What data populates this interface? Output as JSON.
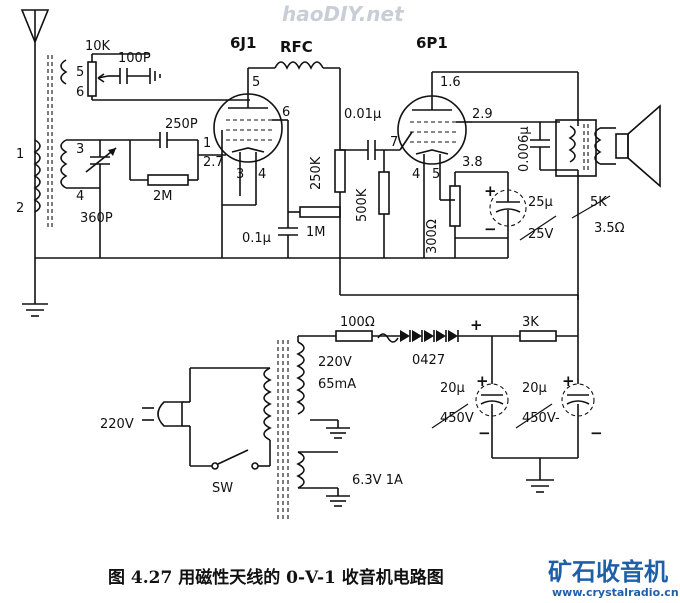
{
  "watermark_top": "haoDIY.net",
  "caption": "图 4.27  用磁性天线的 0-V-1 收音机电路图",
  "brand": {
    "name": "矿石收音机",
    "url": "www.crystalradio.cn",
    "color": "#1f5fa8"
  },
  "labels": {
    "tube1": "6J1",
    "rfc": "RFC",
    "tube2": "6P1",
    "r_10k": "10K",
    "c_100p": "100P",
    "c_250p": "250P",
    "c_360p": "360P",
    "r_2m": "2M",
    "c_01u": "0.1μ",
    "r_1m": "1M",
    "r_250k": "250K",
    "c_001u": "0.01μ",
    "r_500k": "500K",
    "r_300": "300Ω",
    "c_25u": "25μ",
    "v_25": "25V",
    "c_0006u": "0.006μ",
    "r_5k": "5K",
    "r_35": "3.5Ω",
    "r_100": "100Ω",
    "diode": "0427",
    "r_3k": "3K",
    "v_220a": "220V",
    "ma_65": "65mA",
    "c_20u_1": "20μ",
    "v_450_1": "450V",
    "c_20u_2": "20μ",
    "v_450_2": "450V-",
    "mains": "220V",
    "sw": "SW",
    "heater": "6.3V 1A"
  },
  "pins": {
    "p1": "1",
    "p2": "2",
    "p3": "3",
    "p4": "4",
    "p5": "5",
    "p6": "6",
    "t1_1": "1",
    "t1_27": "2.7",
    "t1_3": "3",
    "t1_4": "4",
    "t1_5": "5",
    "t1_6": "6",
    "t2_16": "1.6",
    "t2_29": "2.9",
    "t2_38": "3.8",
    "t2_4": "4",
    "t2_5": "5",
    "t2_7": "7"
  },
  "signs": {
    "plus1": "+",
    "minus1": "−",
    "plus2": "+",
    "minus2": "−",
    "plus3": "+",
    "minus3": "−",
    "plus4": "+"
  }
}
